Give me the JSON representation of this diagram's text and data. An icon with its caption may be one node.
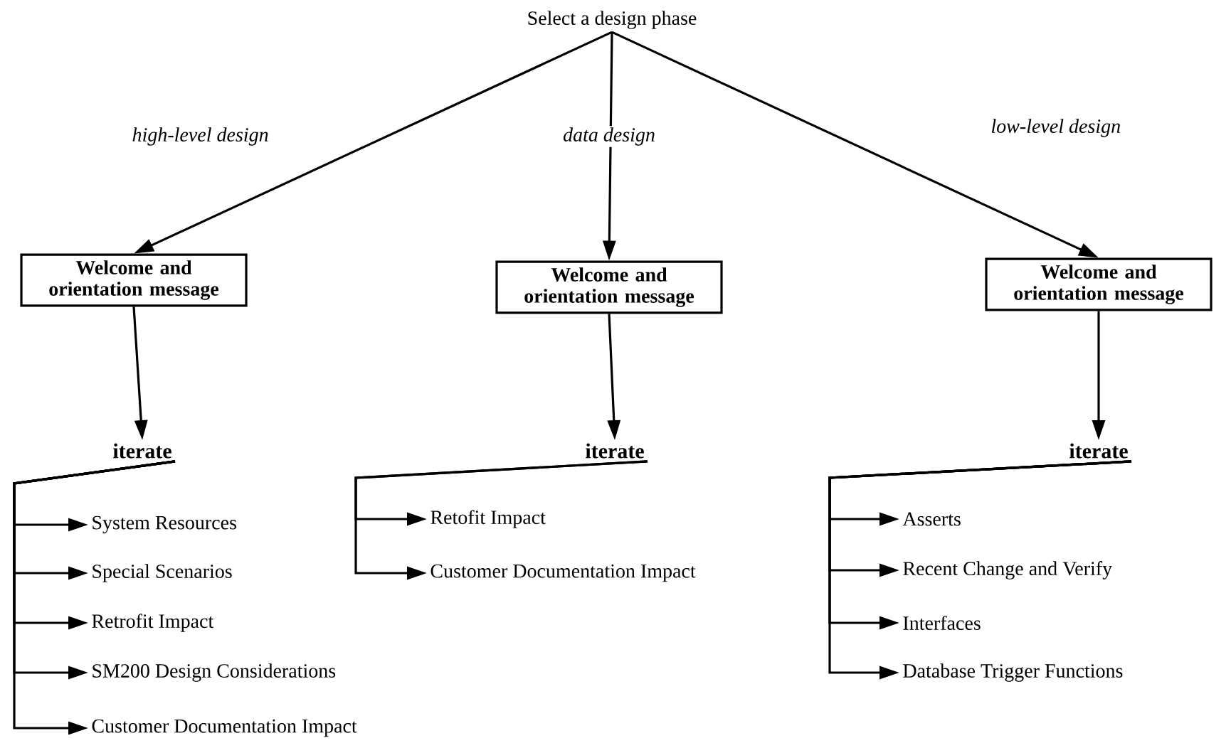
{
  "diagram": {
    "nodes": [
      {
        "text": [
          "Select a design phase"
        ]
      },
      {
        "text": [
          "Welcome and orientation message"
        ]
      },
      {
        "text": [
          "Welcome and orientation message"
        ]
      },
      {
        "text": [
          "Welcome and orientation message"
        ]
      },
      {
        "text": [
          "iterate"
        ]
      },
      {
        "text": [
          "iterate"
        ]
      },
      {
        "text": [
          "iterate"
        ]
      },
      {
        "text": [
          "System Resources"
        ]
      },
      {
        "text": [
          "Special Scenarios"
        ]
      },
      {
        "text": [
          "Retrofit Impact"
        ]
      },
      {
        "text": [
          "SM200 Design Considerations"
        ]
      },
      {
        "text": [
          "Customer Documentation Impact"
        ]
      },
      {
        "text": [
          "Retofit Impact"
        ]
      },
      {
        "text": [
          "Customer Documentation Impact"
        ]
      },
      {
        "text": [
          "Asserts"
        ]
      },
      {
        "text": [
          "Recent Change and Verify"
        ]
      },
      {
        "text": [
          "Interfaces"
        ]
      },
      {
        "text": [
          "Database Trigger Functions"
        ]
      }
    ],
    "edges": [
      {
        "from": 0,
        "to": 1,
        "arrow": "to",
        "label": "high-level design"
      },
      {
        "from": 0,
        "to": 2,
        "arrow": "to",
        "label": "data design"
      },
      {
        "from": 0,
        "to": 3,
        "arrow": "to",
        "label": "low-level design"
      },
      {
        "from": 1,
        "to": 4,
        "arrow": "to"
      },
      {
        "from": 2,
        "to": 5,
        "arrow": "to"
      },
      {
        "from": 3,
        "to": 6,
        "arrow": "to"
      },
      {
        "from": 4,
        "to": 7,
        "arrow": "to"
      },
      {
        "from": 4,
        "to": 8,
        "arrow": "to"
      },
      {
        "from": 4,
        "to": 9,
        "arrow": "to"
      },
      {
        "from": 4,
        "to": 10,
        "arrow": "to"
      },
      {
        "from": 4,
        "to": 11,
        "arrow": "to"
      },
      {
        "from": 5,
        "to": 12,
        "arrow": "to"
      },
      {
        "from": 5,
        "to": 13,
        "arrow": "to"
      },
      {
        "from": 6,
        "to": 14,
        "arrow": "to"
      },
      {
        "from": 6,
        "to": 15,
        "arrow": "to"
      },
      {
        "from": 6,
        "to": 16,
        "arrow": "to"
      },
      {
        "from": 6,
        "to": 17,
        "arrow": "to"
      }
    ]
  }
}
